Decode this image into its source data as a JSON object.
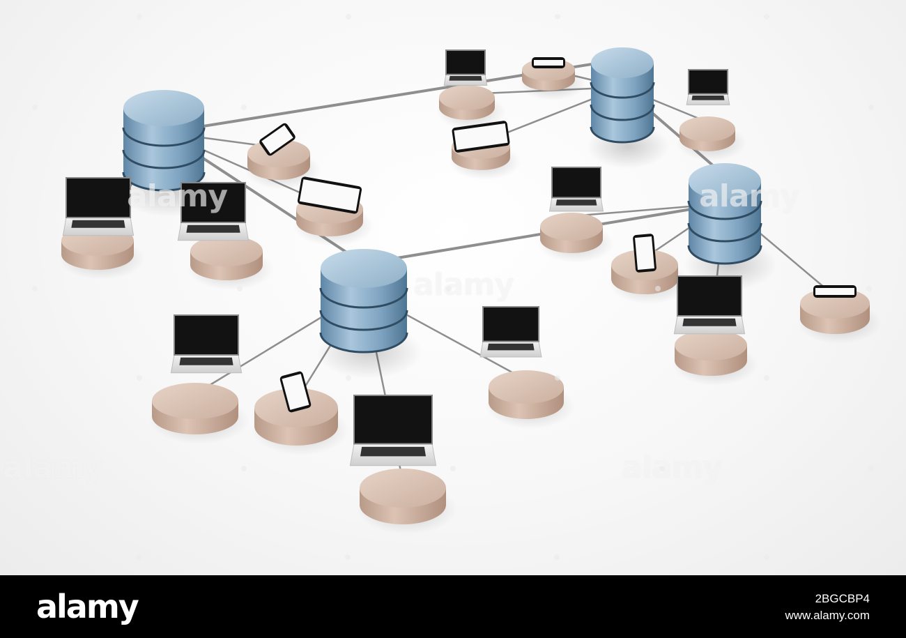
{
  "scene": {
    "description_role": "photo",
    "watermark_text": "alamy",
    "colors": {
      "background": "#f6f6f6",
      "server_blue": "#8fb3cc",
      "pedestal": "#c9ad9d",
      "cable": "#9a9a9a",
      "screen": "#111111"
    }
  },
  "footer": {
    "brand": "alamy",
    "image_id": "2BGCBP4",
    "site": "www.alamy.com"
  }
}
